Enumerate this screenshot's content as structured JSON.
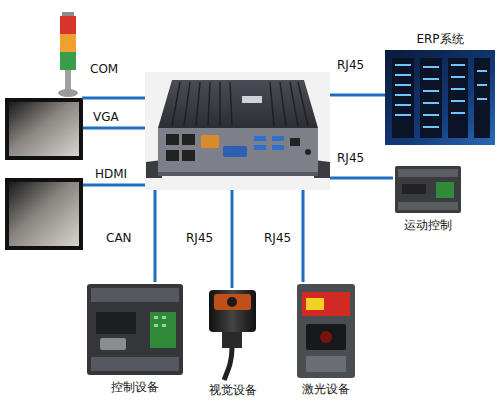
{
  "diagram": {
    "nodes": [
      {
        "text": []
      },
      {
        "text": [
          "ERP系统"
        ]
      },
      {
        "text": []
      },
      {
        "text": []
      },
      {
        "text": []
      },
      {
        "text": [
          "运动控制"
        ]
      },
      {
        "text": [
          "控制设备"
        ]
      },
      {
        "text": [
          "视觉设备"
        ]
      },
      {
        "text": [
          "激光设备"
        ]
      }
    ],
    "edges": [
      {
        "from": 2,
        "to": 0,
        "label": "COM",
        "arrow": "none"
      },
      {
        "from": 2,
        "to": 3,
        "label": "VGA",
        "arrow": "none"
      },
      {
        "from": 2,
        "to": 4,
        "label": "HDMI",
        "arrow": "none"
      },
      {
        "from": 2,
        "to": 1,
        "label": "RJ45",
        "arrow": "none"
      },
      {
        "from": 2,
        "to": 5,
        "label": "RJ45",
        "arrow": "none"
      },
      {
        "from": 2,
        "to": 6,
        "label": "CAN",
        "arrow": "none"
      },
      {
        "from": 2,
        "to": 7,
        "label": "RJ45",
        "arrow": "none"
      },
      {
        "from": 2,
        "to": 8,
        "label": "RJ45",
        "arrow": "none"
      }
    ]
  }
}
